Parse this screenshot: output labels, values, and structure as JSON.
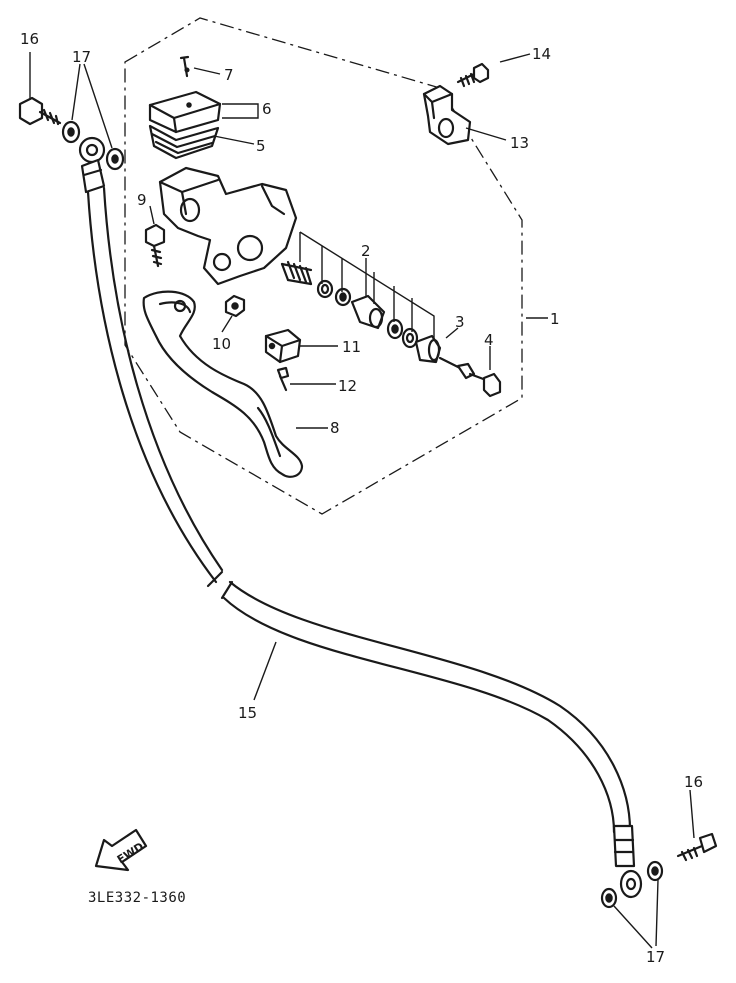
{
  "diagram_code": "3LE332-1360",
  "fwd_label": "FWD",
  "callouts": {
    "c1": "1",
    "c2": "2",
    "c3": "3",
    "c4": "4",
    "c5": "5",
    "c6": "6",
    "c7": "7",
    "c8": "8",
    "c9": "9",
    "c10": "10",
    "c11": "11",
    "c12": "12",
    "c13": "13",
    "c14": "14",
    "c15": "15",
    "c16_top": "16",
    "c16_bottom": "16",
    "c17_top": "17",
    "c17_bottom": "17"
  }
}
